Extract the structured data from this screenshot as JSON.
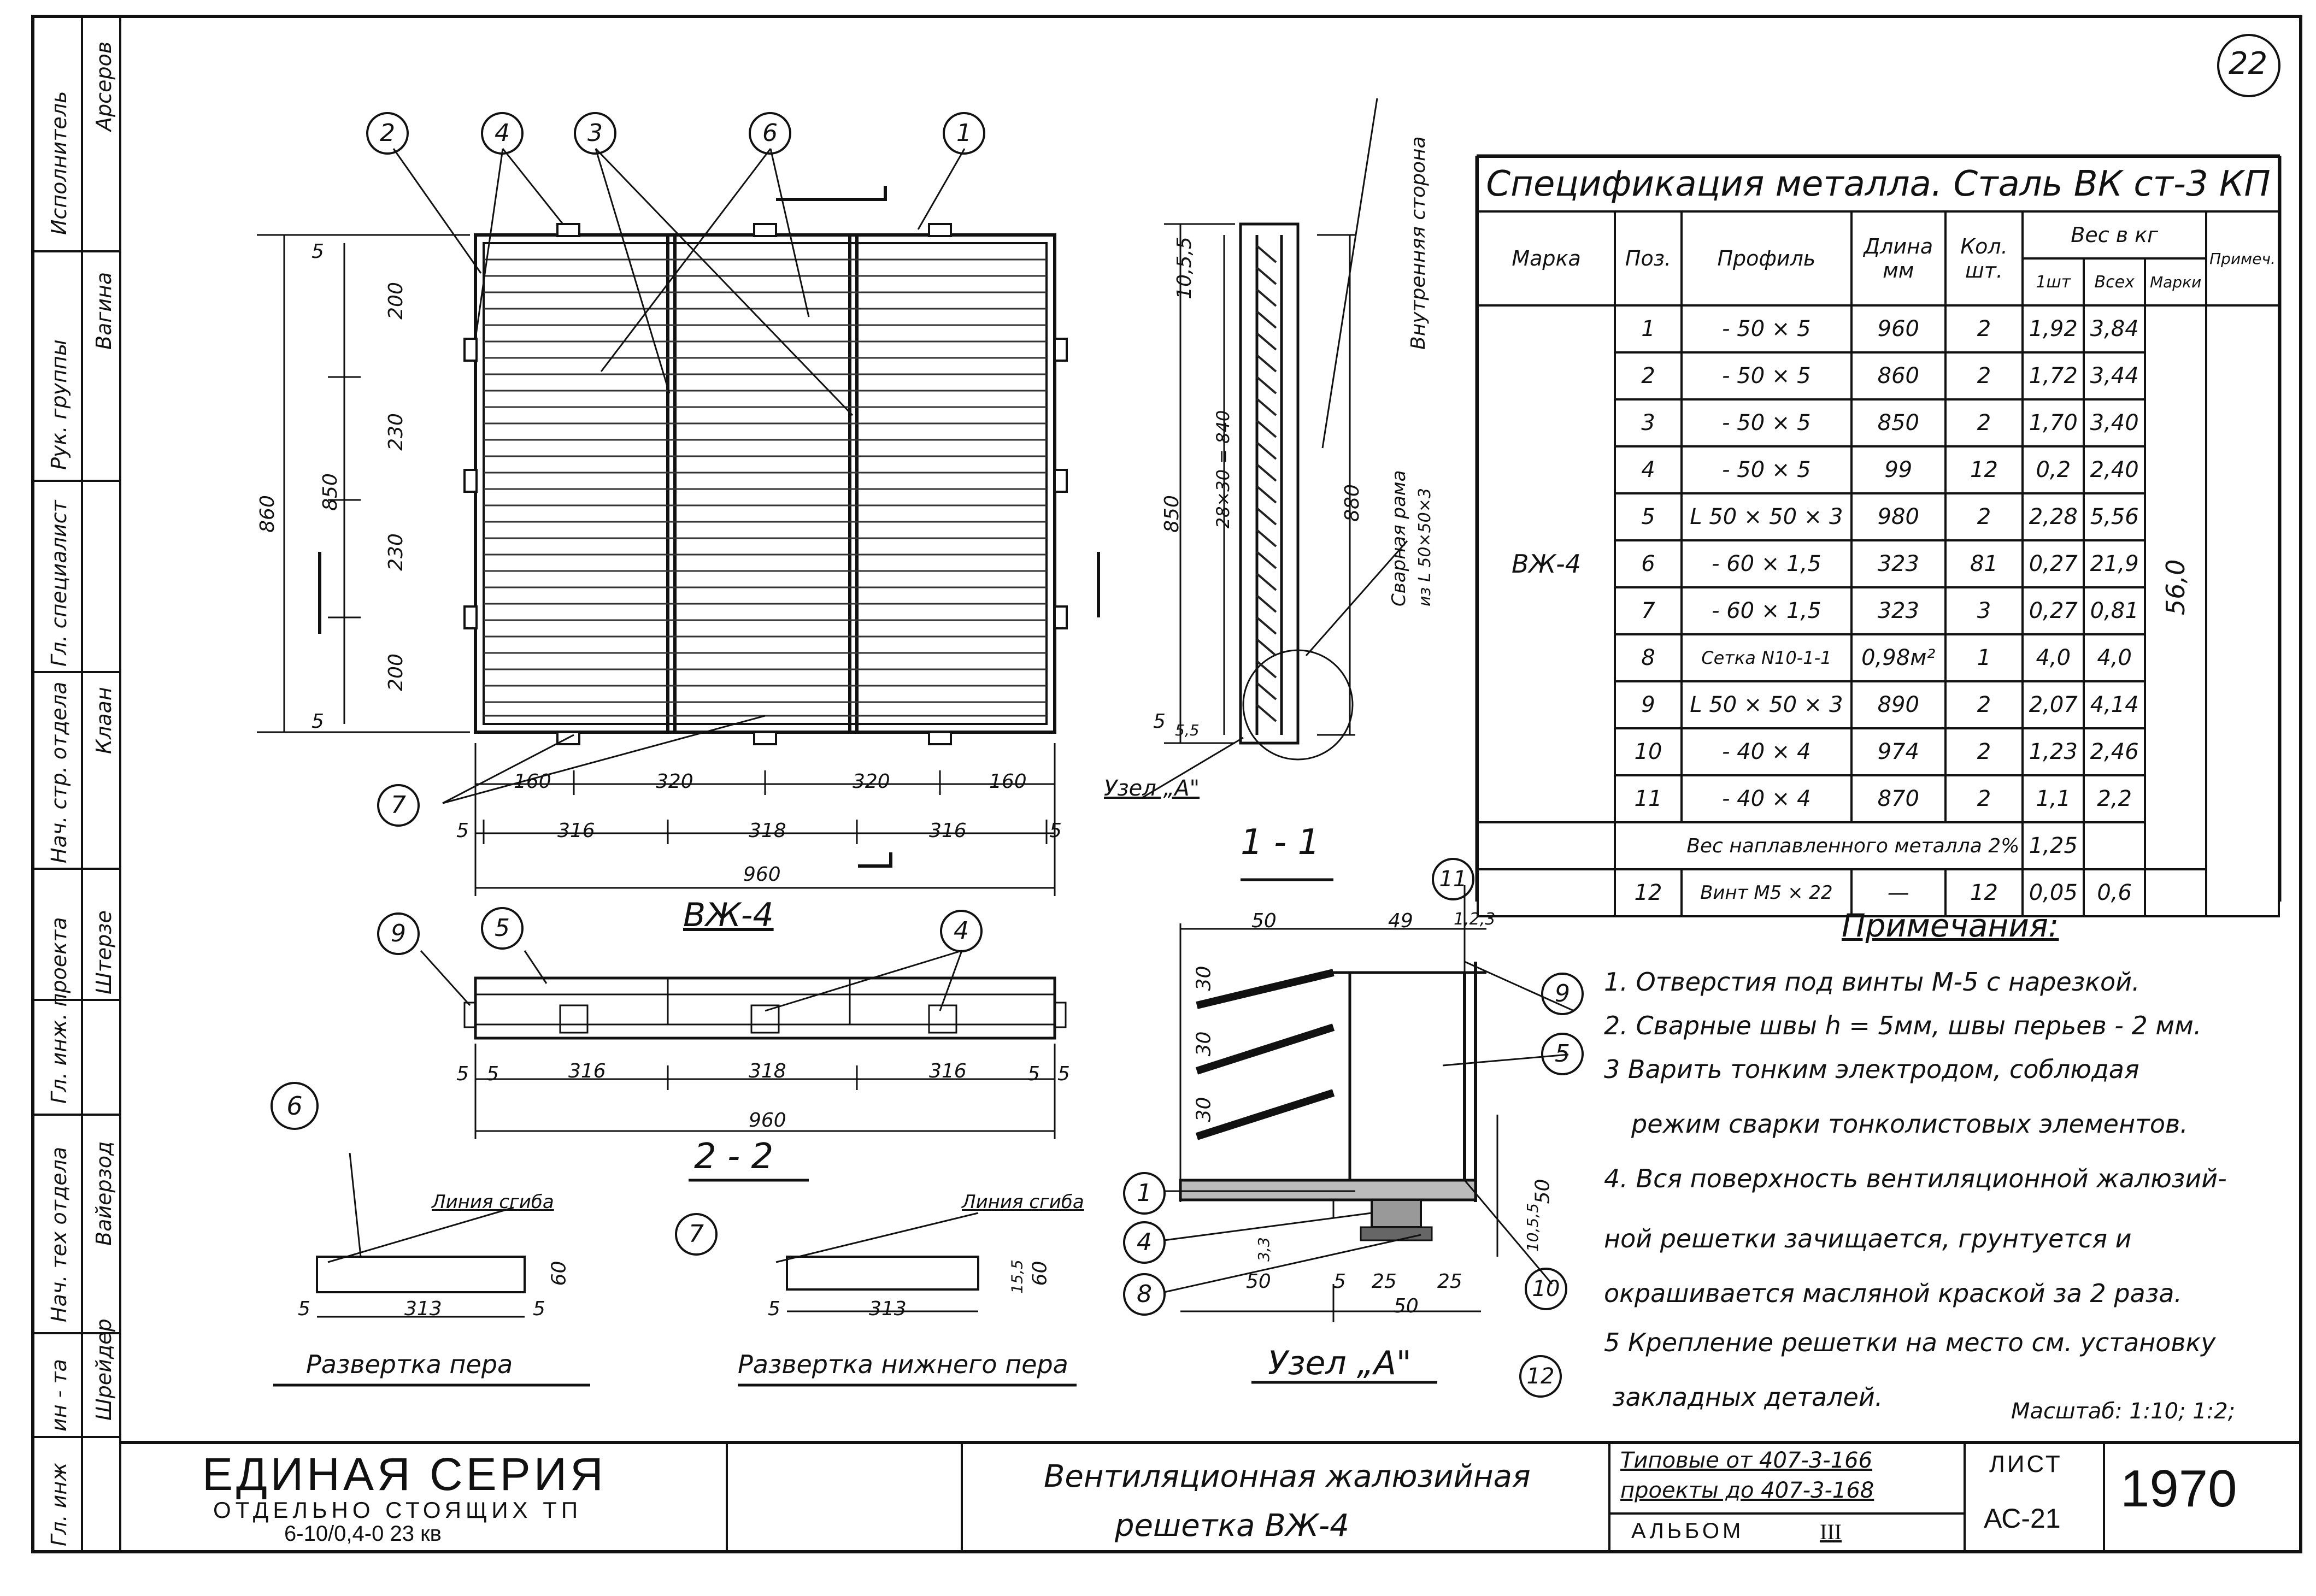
{
  "sheet_number": "22",
  "side_strip": [
    "Гл. инж",
    "ин - та",
    "Нач. тех отдела",
    "Гл. инж. проекта",
    "Нач. стр. отдела",
    "Гл. специалист",
    "Рук. группы",
    "Исполнитель"
  ],
  "side_signatures": [
    "Шрейдер",
    "Вайерзод",
    "Штерзе",
    "Клаан",
    "Вагина",
    "Арсеров"
  ],
  "views": {
    "front_title": "ВЖ-4",
    "section_11": "1 - 1",
    "section_22": "2 - 2",
    "node_a": "Узел „А\"",
    "node_a_label": "Узел „А\"",
    "unfold_blade": "Развертка пера",
    "unfold_bottom": "Развертка нижнего пера",
    "bend_line": "Линия сгиба",
    "inner_side": "Внутренняя сторона",
    "welded_frame": "Сварная рама",
    "welded_frame_profile": "из L 50×50×3"
  },
  "callouts": [
    "1",
    "2",
    "3",
    "4",
    "5",
    "6",
    "7",
    "8",
    "9",
    "10",
    "11",
    "12"
  ],
  "dims": {
    "front": {
      "h860": "860",
      "h850": "850",
      "d200a": "200",
      "d230a": "230",
      "d230b": "230",
      "d200b": "200",
      "d5a": "5",
      "d5b": "5",
      "d160a": "160",
      "d320a": "320",
      "d320b": "320",
      "d160b": "160",
      "d316a": "316",
      "d318": "318",
      "d316b": "316",
      "d5c": "5",
      "d5d": "5",
      "d960": "960"
    },
    "sec11": {
      "d105": "10,5,5",
      "d850": "850",
      "d28x30": "28×30 = 840",
      "d880": "880",
      "d5": "5",
      "d55": "5,5"
    },
    "sec22": {
      "d316a": "316",
      "d318": "318",
      "d316b": "316",
      "d960": "960",
      "d5a": "5",
      "d5b": "5",
      "d5c": "5",
      "d5d": "5"
    },
    "unfold": {
      "d313a": "313",
      "d60a": "60",
      "d5a": "5",
      "d5b": "5",
      "d313b": "313",
      "d60b": "60",
      "d5c": "5",
      "d15": "15,5"
    },
    "node": {
      "d50a": "50",
      "d49": "49",
      "d123": "1,2,3",
      "d30a": "30",
      "d30b": "30",
      "d30c": "30",
      "d50b": "50",
      "d50c": "50",
      "d5": "5",
      "d25a": "25",
      "d25b": "25",
      "d50d": "50",
      "d33": "3,3",
      "d1055": "10,5,5"
    }
  },
  "spec": {
    "title": "Спецификация металла. Сталь ВК ст-3 КП",
    "headers": {
      "mark": "Марка",
      "pos": "Поз.",
      "profile": "Профиль",
      "length": "Длина мм",
      "qty": "Кол. шт.",
      "weight": "Вес в кг",
      "w1": "1шт",
      "wall": "Всех",
      "wmark": "Марки",
      "note": "Примеч."
    },
    "mark_value": "ВЖ-4",
    "mark_weight": "56,0",
    "rows": [
      {
        "pos": "1",
        "profile": "- 50 × 5",
        "length": "960",
        "qty": "2",
        "w1": "1,92",
        "wall": "3,84"
      },
      {
        "pos": "2",
        "profile": "- 50 × 5",
        "length": "860",
        "qty": "2",
        "w1": "1,72",
        "wall": "3,44"
      },
      {
        "pos": "3",
        "profile": "- 50 × 5",
        "length": "850",
        "qty": "2",
        "w1": "1,70",
        "wall": "3,40"
      },
      {
        "pos": "4",
        "profile": "- 50 × 5",
        "length": "99",
        "qty": "12",
        "w1": "0,2",
        "wall": "2,40"
      },
      {
        "pos": "5",
        "profile": "L 50 × 50 × 3",
        "length": "980",
        "qty": "2",
        "w1": "2,28",
        "wall": "5,56"
      },
      {
        "pos": "6",
        "profile": "- 60 × 1,5",
        "length": "323",
        "qty": "81",
        "w1": "0,27",
        "wall": "21,9"
      },
      {
        "pos": "7",
        "profile": "- 60 × 1,5",
        "length": "323",
        "qty": "3",
        "w1": "0,27",
        "wall": "0,81"
      },
      {
        "pos": "8",
        "profile": "Сетка N10-1-1",
        "length": "0,98м²",
        "qty": "1",
        "w1": "4,0",
        "wall": "4,0"
      },
      {
        "pos": "9",
        "profile": "L 50 × 50 × 3",
        "length": "890",
        "qty": "2",
        "w1": "2,07",
        "wall": "4,14"
      },
      {
        "pos": "10",
        "profile": "- 40 × 4",
        "length": "974",
        "qty": "2",
        "w1": "1,23",
        "wall": "2,46"
      },
      {
        "pos": "11",
        "profile": "- 40 × 4",
        "length": "870",
        "qty": "2",
        "w1": "1,1",
        "wall": "2,2"
      }
    ],
    "weld_row": {
      "label": "Вес наплавленного металла 2%",
      "value": "1,25"
    },
    "screw_row": {
      "pos": "12",
      "profile": "Винт М5 × 22",
      "length": "—",
      "qty": "12",
      "w1": "0,05",
      "wall": "0,6"
    }
  },
  "notes": {
    "title": "Примечания:",
    "items": [
      "1. Отверстия под винты М-5 с нарезкой.",
      "2. Сварные швы h = 5мм, швы перьев - 2 мм.",
      "3 Варить тонким электродом, соблюдая",
      "режим сварки тонколистовых элементов.",
      "4. Вся поверхность вентиляционной жалюзий-",
      "ной решетки зачищается, грунтуется и",
      "окрашивается масляной краской за 2 раза.",
      "5 Крепление решетки на место см. установку",
      "закладных деталей."
    ],
    "scale": "Масштаб: 1:10; 1:2;"
  },
  "title_block": {
    "series_line1": "ЕДИНАЯ СЕРИЯ",
    "series_line2": "ОТДЕЛЬНО СТОЯЩИХ ТП",
    "series_line3": "6-10/0,4-0 23 кв",
    "name_line1": "Вентиляционная жалюзийная",
    "name_line2": "решетка ВЖ-4",
    "typical_line1": "Типовые от 407-3-166",
    "typical_line2": "проекты до 407-3-168",
    "album": "АЛЬБОМ",
    "album_no": "III",
    "sheet_label": "ЛИСТ",
    "sheet_code": "АС-21",
    "year": "1970"
  }
}
